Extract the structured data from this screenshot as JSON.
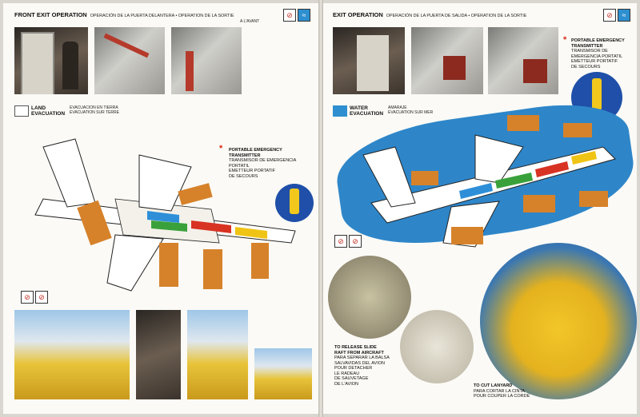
{
  "left_page": {
    "front_exit": {
      "title": "FRONT EXIT OPERATION",
      "subtitle": "OPERACIÓN DE LA PUERTA DELANTERA • OPERATION DE LA SORTIE",
      "subtitle2": "A L'AVANT"
    },
    "land_evac": {
      "title_line1": "LAND",
      "title_line2": "EVACUATION",
      "sub_line1": "EVACUACION EN TIERRA",
      "sub_line2": "EVACUATION SUR TERRE"
    },
    "transmitter": {
      "en1": "PORTABLE EMERGENCY",
      "en2": "TRANSMITTER",
      "es1": "TRANSMISOR DE EMERGENCIA",
      "es2": "PORTATIL",
      "fr1": "EMETTEUR PORTATIF",
      "fr2": "DE SECOURS"
    }
  },
  "right_page": {
    "exit_op": {
      "title": "EXIT OPERATION",
      "subtitle": "OPERACIÓN DE LA PUERTA DE SALIDA • OPERATION DE LA SORTIE"
    },
    "transmitter": {
      "en1": "PORTABLE EMERGENCY",
      "en2": "TRANSMITTER",
      "es1": "TRANSMISOR DE",
      "es2": "EMERGENCIA PORTATIL",
      "fr1": "EMETTEUR PORTATIF",
      "fr2": "DE SECOURS"
    },
    "water_evac": {
      "title_line1": "WATER",
      "title_line2": "EVACUATION",
      "sub_line1": "AMARAJE",
      "sub_line2": "EVACUATION SUR MER"
    },
    "release_slide": {
      "en1": "TO RELEASE SLIDE",
      "en2": "RAFT FROM AIRCRAFT",
      "es1": "PARA SEPARAR LA BALSA",
      "es2": "SALVAVIDAS DEL AVION",
      "fr1": "POUR DETACHER",
      "fr2": "LE RADEAU",
      "fr3": "DE SAUVETAGE",
      "fr4": "DE L'AVION"
    },
    "cut_lanyard": {
      "en": "TO CUT LANYARD",
      "es": "PARA CORTAR LA CINTA",
      "fr": "POUR COUPER LA CORDE"
    }
  },
  "icons": {
    "star_symbol": "*",
    "no_smoking": "⊘",
    "water_wave": "≈"
  },
  "colors": {
    "arrow_blue": "#2e8fd8",
    "arrow_green": "#3aa13a",
    "arrow_red": "#d83223",
    "arrow_yellow": "#f0c415",
    "slide_orange": "#d6822b",
    "sea_blue": "#2e86c9",
    "star_red": "#d92817"
  }
}
